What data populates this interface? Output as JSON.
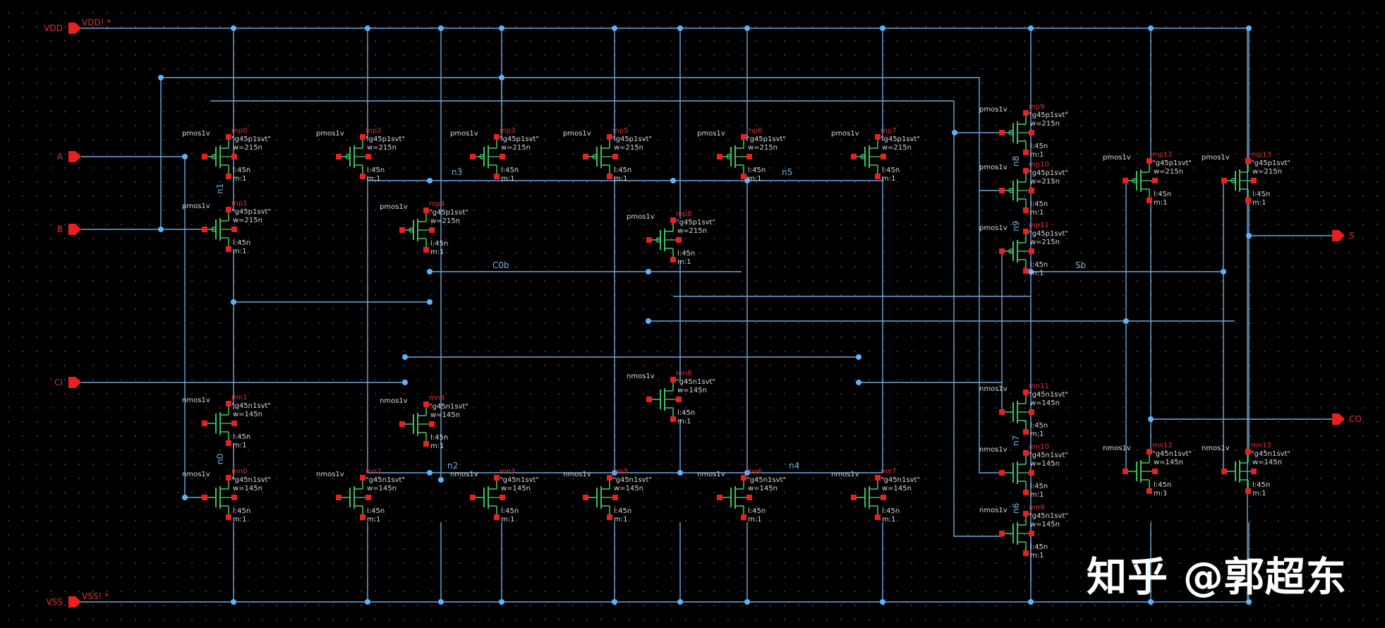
{
  "colors": {
    "background": "#000000",
    "wire": "#6ea8dc",
    "dot": "#5ab4ff",
    "label": "#e03030",
    "pin": "#e82020",
    "device": "#40c060",
    "text": "#d8d8d8",
    "net_label": "#7ab0e0"
  },
  "rails": {
    "vdd_pin": "VDD",
    "vdd_net": "VDD! *",
    "vss_pin": "VSS",
    "vss_net": "VSS! *"
  },
  "pins": {
    "inputs": [
      "A",
      "B",
      "CI"
    ],
    "outputs": [
      "S",
      "CO"
    ]
  },
  "net_labels": [
    "n1",
    "n3",
    "n5",
    "C0b",
    "n2",
    "n4",
    "n0",
    "n8",
    "n9",
    "Sb",
    "n7",
    "n6"
  ],
  "device_info": {
    "pmos_type": "pmos1v",
    "nmos_type": "nmos1v",
    "pmos_model": "\"g45p1svt\"",
    "nmos_model": "\"g45n1svt\"",
    "pmos_width": "w=215n",
    "nmos_width": "w=145n",
    "length": "l:45n",
    "multiplier": "m:1"
  },
  "devices": [
    {
      "name": "mp0",
      "kind": "p"
    },
    {
      "name": "mp1",
      "kind": "p"
    },
    {
      "name": "mp2",
      "kind": "p"
    },
    {
      "name": "mp3",
      "kind": "p"
    },
    {
      "name": "mp4",
      "kind": "p"
    },
    {
      "name": "mp5",
      "kind": "p"
    },
    {
      "name": "mp6",
      "kind": "p"
    },
    {
      "name": "mp7",
      "kind": "p"
    },
    {
      "name": "mp8",
      "kind": "p"
    },
    {
      "name": "mp9",
      "kind": "p"
    },
    {
      "name": "mp10",
      "kind": "p"
    },
    {
      "name": "mp11",
      "kind": "p"
    },
    {
      "name": "mp12",
      "kind": "p"
    },
    {
      "name": "mp13",
      "kind": "p"
    },
    {
      "name": "mn0",
      "kind": "n"
    },
    {
      "name": "mn1",
      "kind": "n"
    },
    {
      "name": "mn2",
      "kind": "n"
    },
    {
      "name": "mn3",
      "kind": "n"
    },
    {
      "name": "mn4",
      "kind": "n"
    },
    {
      "name": "mn5",
      "kind": "n"
    },
    {
      "name": "mn6",
      "kind": "n"
    },
    {
      "name": "mn7",
      "kind": "n"
    },
    {
      "name": "mn8",
      "kind": "n"
    },
    {
      "name": "mn9",
      "kind": "n"
    },
    {
      "name": "mn10",
      "kind": "n"
    },
    {
      "name": "mn11",
      "kind": "n"
    },
    {
      "name": "mn12",
      "kind": "n"
    },
    {
      "name": "mn13",
      "kind": "n"
    }
  ],
  "watermark": "知乎 @郭超东"
}
